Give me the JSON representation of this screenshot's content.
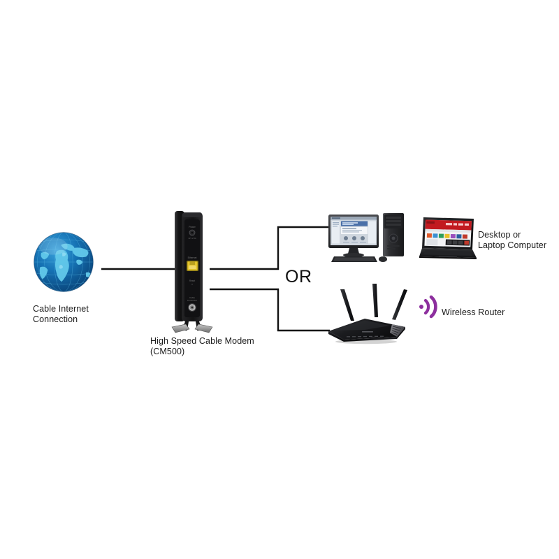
{
  "diagram": {
    "title": "Cable modem network connection diagram",
    "background_color": "#ffffff",
    "line_color": "#111111",
    "text_color": "#1b1b1b"
  },
  "nodes": {
    "internet": {
      "label_line1": "Cable Internet",
      "label_line2": "Connection",
      "icon": "globe-icon",
      "colors": {
        "ocean": "#1166aa",
        "ocean_dark": "#0d4c85",
        "land": "#63c6e8",
        "highlight": "#9fe0f5"
      }
    },
    "modem": {
      "label_line1": "High Speed Cable Modem",
      "label_line2": "(CM500)",
      "icon": "cable-modem-icon",
      "colors": {
        "body": "#1a1a1a",
        "body_light": "#3a3a3a",
        "ethernet_port": "#e3c32a",
        "coax": "#b9b9b9",
        "stand": "#9a9a9a"
      }
    },
    "desktop": {
      "icon": "desktop-computer-icon",
      "colors": {
        "case": "#2c2c2e",
        "screen": "#e8eef5",
        "screen_header": "#4a6fa8"
      }
    },
    "laptop": {
      "icon": "laptop-computer-icon",
      "colors": {
        "case": "#1f1f21",
        "screen_header": "#c21a20",
        "screen_body": "#f0f1f3"
      }
    },
    "computer_label": {
      "label_line1": "Desktop or",
      "label_line2": "Laptop Computer"
    },
    "router": {
      "label": "Wireless Router",
      "icon": "wireless-router-icon",
      "antenna_count": 3,
      "colors": {
        "body": "#141416",
        "body_top": "#2b2b2e",
        "grille": "#6b6b70"
      }
    },
    "wifi": {
      "icon": "wifi-signal-icon",
      "color": "#8d2f9e",
      "arc_count": 2
    }
  },
  "branch": {
    "or_label": "OR"
  },
  "connections": [
    {
      "name": "internet-to-modem",
      "from": "internet",
      "to": "modem"
    },
    {
      "name": "modem-to-branch-top",
      "from": "modem",
      "to": "branch"
    },
    {
      "name": "modem-to-branch-bottom",
      "from": "modem",
      "to": "branch"
    },
    {
      "name": "branch-to-desktop",
      "from": "branch",
      "to": "desktop"
    },
    {
      "name": "branch-to-router",
      "from": "branch",
      "to": "router"
    }
  ]
}
